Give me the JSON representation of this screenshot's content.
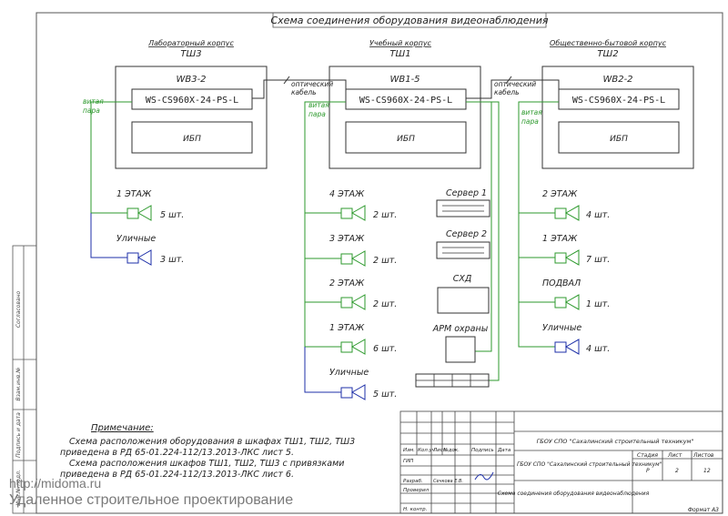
{
  "title": "Схема соединения оборудования видеонаблюдения",
  "buildings": [
    {
      "name": "Лабораторный корпус",
      "code": "ТШ3",
      "cabinet": "WB3-2",
      "switch": "WS-CS960X-24-PS-L",
      "ups": "ИБП"
    },
    {
      "name": "Учебный корпус",
      "code": "ТШ1",
      "cabinet": "WB1-5",
      "switch": "WS-CS960X-24-PS-L",
      "ups": "ИБП"
    },
    {
      "name": "Общественно-бытовой корпус",
      "code": "ТШ2",
      "cabinet": "WB2-2",
      "switch": "WS-CS960X-24-PS-L",
      "ups": "ИБП"
    }
  ],
  "links": {
    "optical_1": [
      "оптический",
      "кабель"
    ],
    "optical_2": [
      "оптический",
      "кабель"
    ],
    "twisted_pair": [
      "витая",
      "пара"
    ]
  },
  "groups": {
    "left": [
      {
        "floor": "1 ЭТАЖ",
        "count": "5 шт.",
        "color": "#2e9a2e"
      },
      {
        "floor": "Уличные",
        "count": "3 шт.",
        "color": "#1d2fa8"
      }
    ],
    "center": [
      {
        "floor": "4 ЭТАЖ",
        "count": "2 шт.",
        "color": "#2e9a2e"
      },
      {
        "floor": "3 ЭТАЖ",
        "count": "2 шт.",
        "color": "#2e9a2e"
      },
      {
        "floor": "2 ЭТАЖ",
        "count": "2 шт.",
        "color": "#2e9a2e"
      },
      {
        "floor": "1 ЭТАЖ",
        "count": "6 шт.",
        "color": "#2e9a2e"
      },
      {
        "floor": "Уличные",
        "count": "5 шт.",
        "color": "#1d2fa8"
      }
    ],
    "right": [
      {
        "floor": "2 ЭТАЖ",
        "count": "4 шт.",
        "color": "#2e9a2e"
      },
      {
        "floor": "1 ЭТАЖ",
        "count": "7 шт.",
        "color": "#2e9a2e"
      },
      {
        "floor": "ПОДВАЛ",
        "count": "1 шт.",
        "color": "#2e9a2e"
      },
      {
        "floor": "Уличные",
        "count": "4 шт.",
        "color": "#1d2fa8"
      }
    ]
  },
  "servers": {
    "server1": "Сервер 1",
    "server2": "Сервер 2",
    "storage": "СХД",
    "workstation": "АРМ охраны"
  },
  "note": {
    "heading": "Примечание:",
    "lines": [
      "Схема расположения оборудования в шкафах ТШ1, ТШ2, ТШ3",
      "приведена в РД 65-01.224-112/13.2013-ЛКС лист 5.",
      "Схема расположения шкафов ТШ1, ТШ2, ТШ3 с привязками",
      "приведена в РД 65-01.224-112/13.2013-ЛКС лист 6."
    ]
  },
  "side_stamp": [
    "Согласовано",
    "Взам.инв.№",
    "Подпись и дата",
    "Инв.№ подл."
  ],
  "title_block": {
    "org_top": "ГБОУ СПО \"Сахалинский строительный техникум\"",
    "org_mid": "ГБОУ СПО \"Сахалинский строительный техникум\"",
    "drawing_name": "Схема соединения оборудования видеонаблюдения",
    "col_headers": [
      "Изм.",
      "Кол.уч",
      "Лист",
      "№док.",
      "Подпись",
      "Дата"
    ],
    "roles": [
      "ГИП",
      "Разраб.",
      "Проверил",
      "",
      "Н. контр."
    ],
    "developer": "Сечкова Е.В.",
    "stage_label": "Стадия",
    "sheet_label": "Лист",
    "sheets_label": "Листов",
    "stage": "Р",
    "sheet": "2",
    "sheets": "12",
    "format": "Формат А3"
  },
  "watermark": {
    "url": "http://midoma.ru",
    "text": "Удаленное строительное проектирование"
  },
  "colors": {
    "lines": "#3a3a3a",
    "green": "#2e9a2e",
    "blue": "#1d2fa8",
    "paper": "#ffffff"
  }
}
